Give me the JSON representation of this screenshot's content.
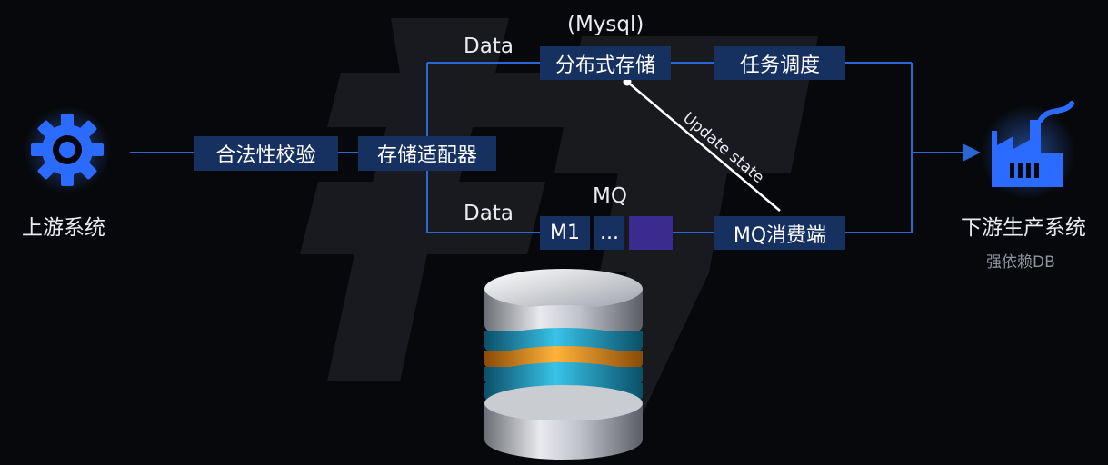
{
  "upstream": {
    "label": "上游系统"
  },
  "validate": {
    "label": "合法性校验"
  },
  "adapter": {
    "label": "存储适配器"
  },
  "top_path": {
    "data_label": "Data",
    "storage_label": "分布式存储",
    "storage_engine": "(Mysql)",
    "scheduler_label": "任务调度"
  },
  "bottom_path": {
    "data_label": "Data",
    "queue_title": "MQ",
    "queue_cells": [
      "M1",
      "...",
      ""
    ],
    "consumer_label": "MQ消费端"
  },
  "update_edge": {
    "label": "Update state"
  },
  "downstream": {
    "label": "下游生产系统",
    "note": "强依赖DB"
  },
  "colors": {
    "background": "#07080b",
    "line": "#2a67d6",
    "box": "#16315f",
    "queue_accent": "#3b2a8f",
    "icon": "#2b6bff"
  }
}
